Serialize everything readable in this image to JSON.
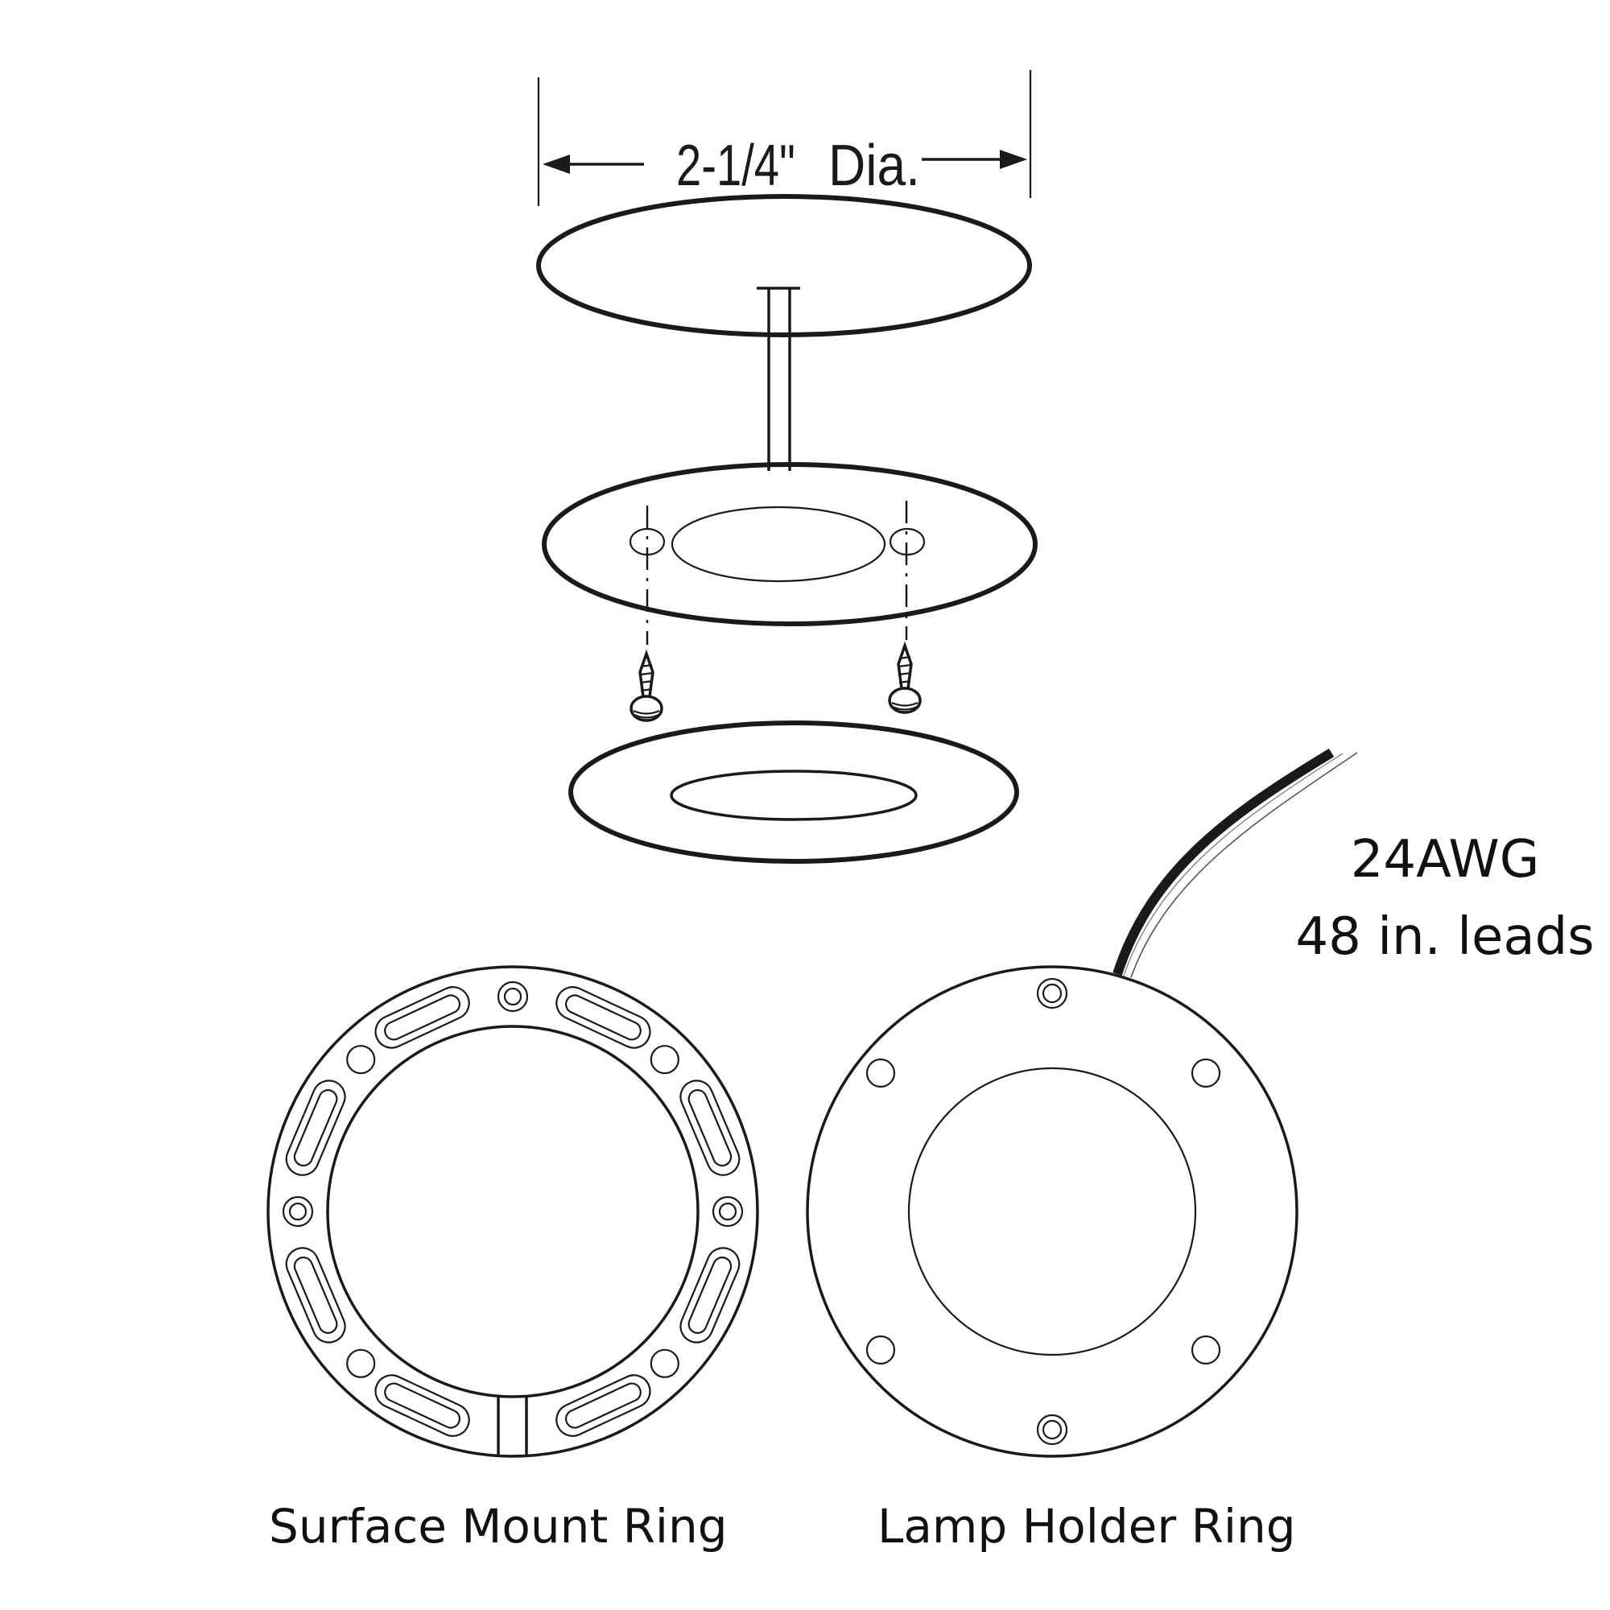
{
  "dimension": {
    "label_size": "2-1/4\"",
    "label_unit": "Dia."
  },
  "wire_spec": {
    "gauge": "24AWG",
    "length": "48 in. leads"
  },
  "captions": {
    "surface_mount_ring": "Surface Mount Ring",
    "lamp_holder_ring": "Lamp Holder Ring"
  },
  "colors": {
    "line": "#1a1a1a",
    "background": "#ffffff"
  }
}
